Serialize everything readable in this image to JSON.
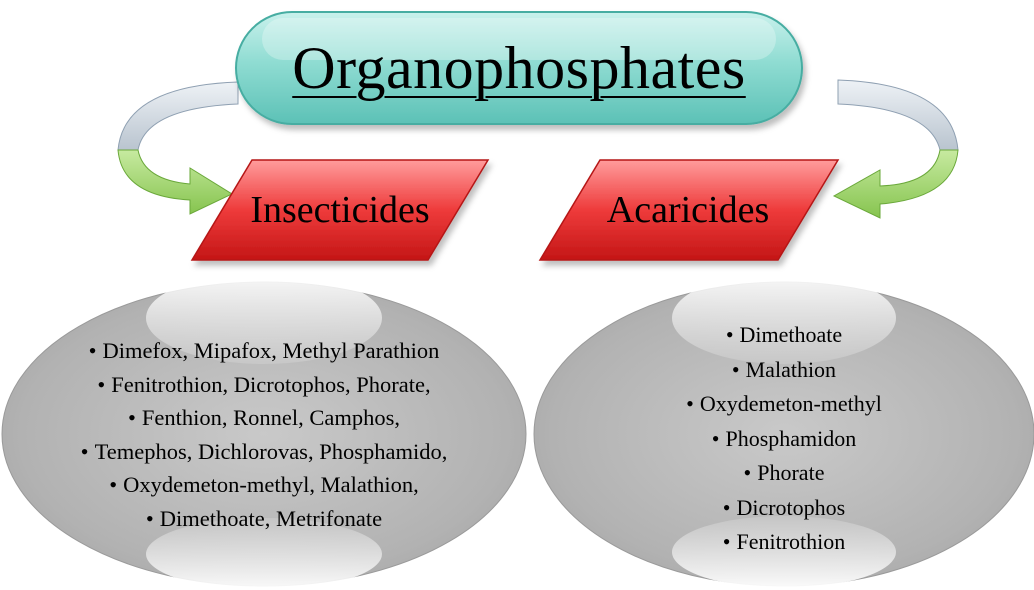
{
  "title": "Organophosphates",
  "categories": [
    {
      "label": "Insecticides",
      "items": [
        "Dimefox, Mipafox, Methyl Parathion",
        "Fenitrothion,  Dicrotophos, Phorate,",
        "Fenthion, Ronnel, Camphos,",
        "Temephos, Dichlorovas, Phosphamido,",
        "Oxydemeton-methyl, Malathion,",
        "Dimethoate, Metrifonate"
      ]
    },
    {
      "label": "Acaricides",
      "items": [
        "Dimethoate",
        "Malathion",
        "Oxydemeton-methyl",
        "Phosphamidon",
        "Phorate",
        "Dicrotophos",
        "Fenitrothion"
      ]
    }
  ],
  "colors": {
    "title_fill": "#7fd6cc",
    "title_border": "#4fb3a8",
    "parallelogram_fill": "#e83232",
    "arrow_head": "#9ed36a",
    "arrow_tail": "#d5dde6",
    "ellipse_fill": "#b4b4b4"
  }
}
